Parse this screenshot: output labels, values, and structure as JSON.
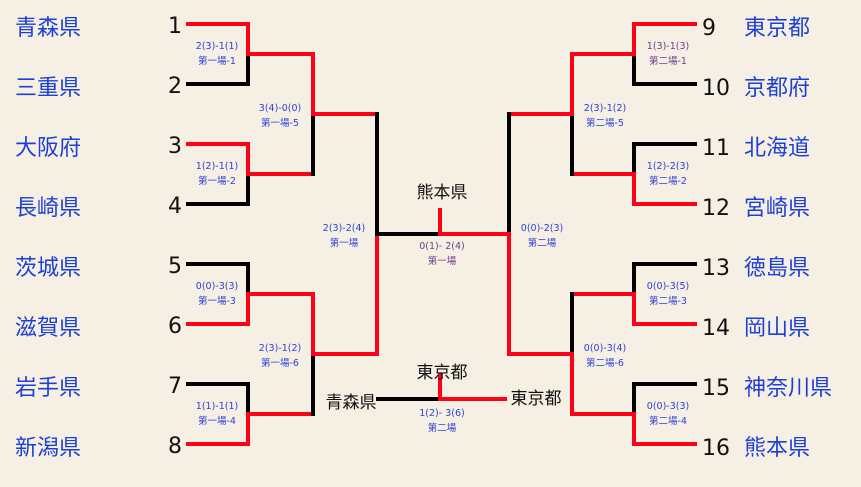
{
  "left_teams": [
    {
      "seed": "1",
      "name": "青森県"
    },
    {
      "seed": "2",
      "name": "三重県"
    },
    {
      "seed": "3",
      "name": "大阪府"
    },
    {
      "seed": "4",
      "name": "長崎県"
    },
    {
      "seed": "5",
      "name": "茨城県"
    },
    {
      "seed": "6",
      "name": "滋賀県"
    },
    {
      "seed": "7",
      "name": "岩手県"
    },
    {
      "seed": "8",
      "name": "新潟県"
    }
  ],
  "right_teams": [
    {
      "seed": "9",
      "name": "東京都"
    },
    {
      "seed": "10",
      "name": "京都府"
    },
    {
      "seed": "11",
      "name": "北海道"
    },
    {
      "seed": "12",
      "name": "宮崎県"
    },
    {
      "seed": "13",
      "name": "徳島県"
    },
    {
      "seed": "14",
      "name": "岡山県"
    },
    {
      "seed": "15",
      "name": "神奈川県"
    },
    {
      "seed": "16",
      "name": "熊本県"
    }
  ],
  "matches": {
    "l1": {
      "score": "2(3)-1(1)",
      "venue": "第一場-1"
    },
    "l2": {
      "score": "1(2)-1(1)",
      "venue": "第一場-2"
    },
    "l3": {
      "score": "0(0)-3(3)",
      "venue": "第一場-3"
    },
    "l4": {
      "score": "1(1)-1(1)",
      "venue": "第一場-4"
    },
    "l5": {
      "score": "3(4)-0(0)",
      "venue": "第一場-5"
    },
    "l6": {
      "score": "2(3)-1(2)",
      "venue": "第一場-6"
    },
    "lsemi": {
      "score": "2(3)-2(4)",
      "venue": "第一場"
    },
    "r1": {
      "score": "1(3)-1(3)",
      "venue": "第二場-1"
    },
    "r2": {
      "score": "1(2)-2(3)",
      "venue": "第二場-2"
    },
    "r3": {
      "score": "0(0)-3(5)",
      "venue": "第二場-3"
    },
    "r4": {
      "score": "0(0)-3(3)",
      "venue": "第二場-4"
    },
    "r5": {
      "score": "2(3)-1(2)",
      "venue": "第二場-5"
    },
    "r6": {
      "score": "0(0)-3(4)",
      "venue": "第二場-6"
    },
    "rsemi": {
      "score": "0(0)-2(3)",
      "venue": "第二場"
    },
    "final": {
      "winner": "熊本県",
      "score": "0(1)- 2(4)",
      "venue": "第一場"
    },
    "third": {
      "winner": "東京都",
      "left": "青森県",
      "right": "東京都",
      "score": "1(2)- 3(6)",
      "venue": "第二場"
    }
  },
  "colors": {
    "win": "#ff0018",
    "lose": "#000000",
    "team": "#1c3fd6"
  }
}
